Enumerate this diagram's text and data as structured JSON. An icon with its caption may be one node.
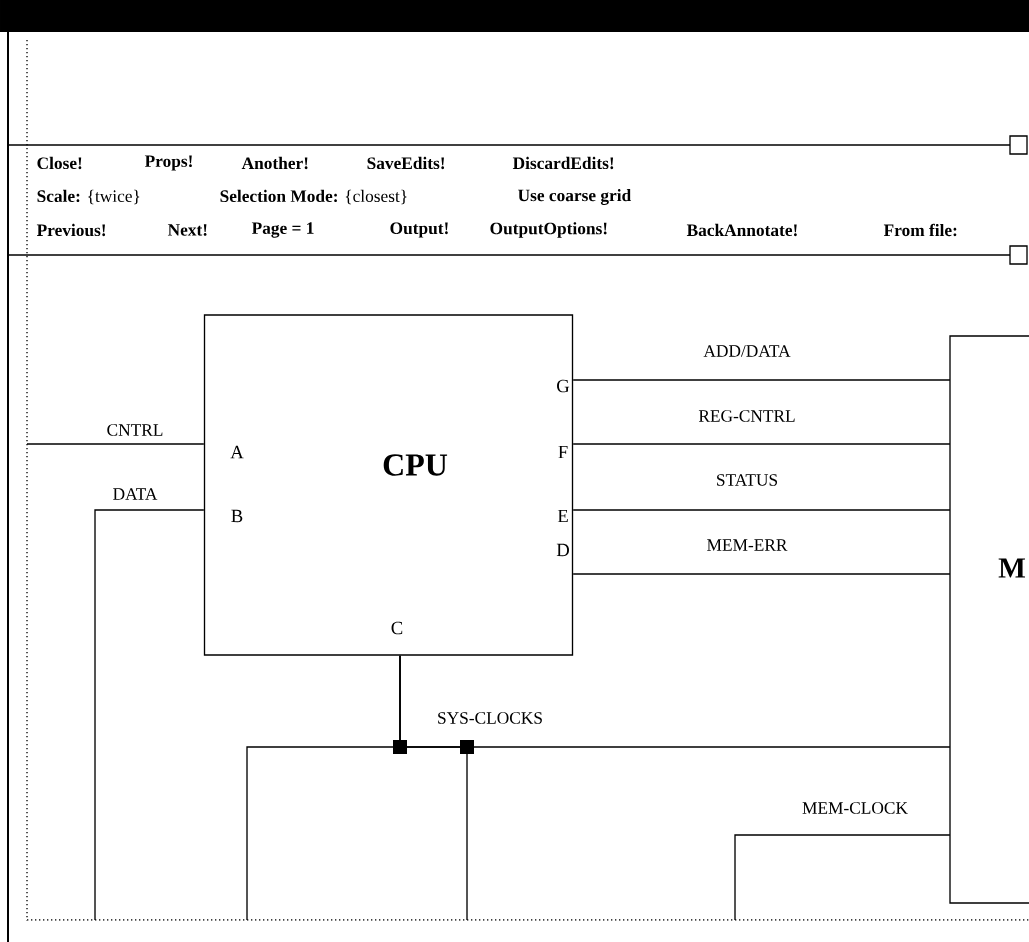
{
  "diagram": {
    "nodes": [
      {
        "text": [
          "G",
          "A",
          "CPU",
          "F",
          "B",
          "E",
          "D",
          "C"
        ]
      },
      {
        "text": [
          "M"
        ]
      }
    ],
    "edges": [
      {
        "from": 0,
        "to": 1,
        "arrow": "none",
        "label": "ADD/DATA"
      },
      {
        "from": 0,
        "to": 1,
        "arrow": "none",
        "label": "REG-CNTRL"
      },
      {
        "from": 0,
        "to": 1,
        "arrow": "none",
        "label": "STATUS"
      },
      {
        "from": 0,
        "to": 1,
        "arrow": "none",
        "label": "MEM-ERR"
      },
      {
        "from": null,
        "to": 0,
        "arrow": "none",
        "label": "CNTRL"
      },
      {
        "from": null,
        "to": 0,
        "arrow": "none",
        "label": "DATA"
      },
      {
        "from": 0,
        "to": 1,
        "arrow": "none",
        "label": "SYS-CLOCKS"
      },
      {
        "from": 0,
        "to": null,
        "arrow": "none"
      },
      {
        "from": 0,
        "to": null,
        "arrow": "none"
      },
      {
        "from": 1,
        "to": null,
        "arrow": "none",
        "label": "MEM-CLOCK"
      }
    ],
    "labels": [
      "Close!",
      "Props!",
      "Another!",
      "SaveEdits!",
      "DiscardEdits!",
      "**Scale:** {twice}",
      "**Selection Mode:** {closest}",
      "Use coarse grid",
      "Previous!",
      "Next!",
      "Page = 1",
      "Output!",
      "OutputOptions!",
      "BackAnnotate!",
      "From file:"
    ]
  }
}
